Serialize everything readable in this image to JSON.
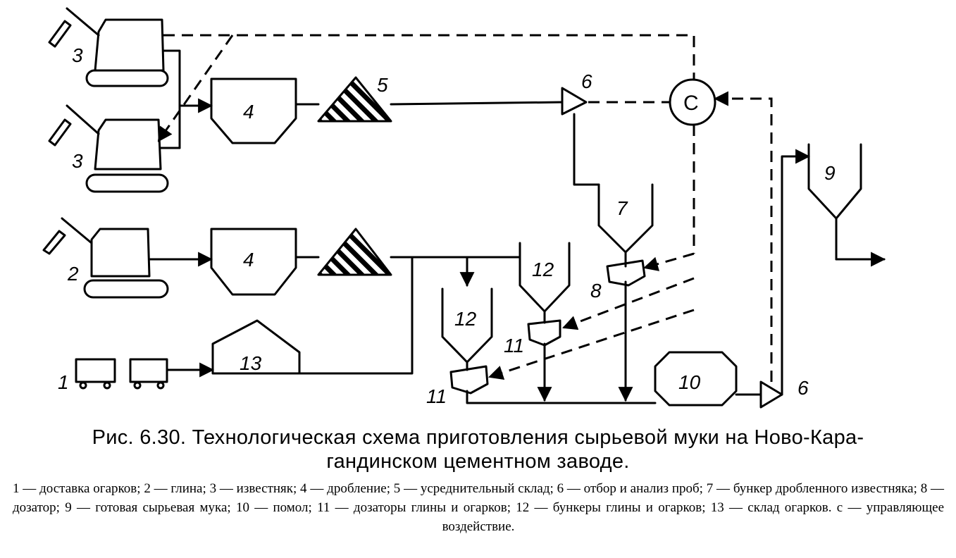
{
  "figure": {
    "caption_line1": "Рис. 6.30. Технологическая схема приготовления сырьевой муки на Ново-Кара-",
    "caption_line2": "гандинском цементном заводе.",
    "legend": "1 — доставка огарков; 2 — глина; 3 — известняк; 4 — дробление; 5 — усреднительный склад; 6 — отбор и анализ проб; 7 — бункер дробленного известняка; 8 — дозатор; 9 — готовая сырьевая мука; 10 — помол; 11 — дозаторы глины и огарков; 12 — бункеры глины и огарков; 13 — склад огарков. с — управляющее воздействие."
  },
  "labels": {
    "n1": "1",
    "n2": "2",
    "n3a": "3",
    "n3b": "3",
    "n4a": "4",
    "n4b": "4",
    "n5": "5",
    "n6a": "6",
    "n6b": "6",
    "n7": "7",
    "n8": "8",
    "n9": "9",
    "n10": "10",
    "n11a": "11",
    "n11b": "11",
    "n12a": "12",
    "n12b": "12",
    "n13": "13",
    "controller": "С"
  },
  "colors": {
    "ink": "#000000",
    "paper": "#ffffff"
  }
}
